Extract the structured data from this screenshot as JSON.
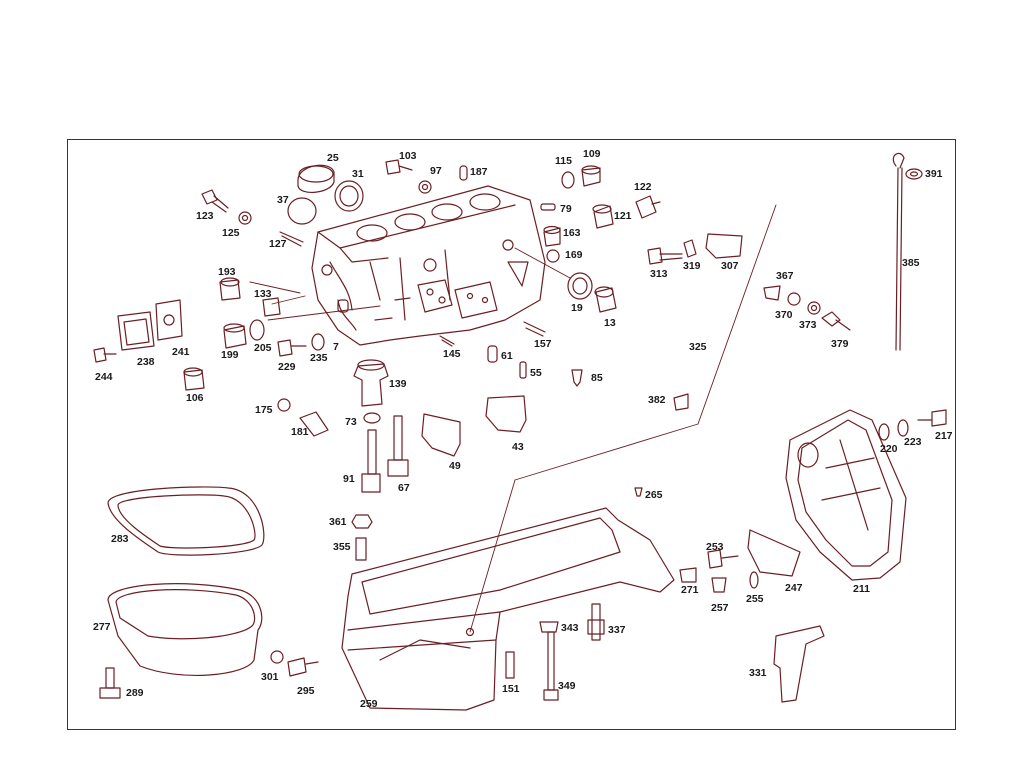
{
  "diagram": {
    "line_color": "#6b1f24",
    "parts": [
      {
        "id": "p25",
        "number": "25"
      },
      {
        "id": "p31",
        "number": "31"
      },
      {
        "id": "p37",
        "number": "37"
      },
      {
        "id": "p103",
        "number": "103"
      },
      {
        "id": "p97",
        "number": "97"
      },
      {
        "id": "p187",
        "number": "187"
      },
      {
        "id": "p115",
        "number": "115"
      },
      {
        "id": "p109",
        "number": "109"
      },
      {
        "id": "p122",
        "number": "122"
      },
      {
        "id": "p391",
        "number": "391"
      },
      {
        "id": "p123",
        "number": "123"
      },
      {
        "id": "p125",
        "number": "125"
      },
      {
        "id": "p127",
        "number": "127"
      },
      {
        "id": "p79",
        "number": "79"
      },
      {
        "id": "p121",
        "number": "121"
      },
      {
        "id": "p163",
        "number": "163"
      },
      {
        "id": "p169",
        "number": "169"
      },
      {
        "id": "p313",
        "number": "313"
      },
      {
        "id": "p319",
        "number": "319"
      },
      {
        "id": "p307",
        "number": "307"
      },
      {
        "id": "p385",
        "number": "385"
      },
      {
        "id": "p193",
        "number": "193"
      },
      {
        "id": "p133",
        "number": "133"
      },
      {
        "id": "p19",
        "number": "19"
      },
      {
        "id": "p13",
        "number": "13"
      },
      {
        "id": "p367",
        "number": "367"
      },
      {
        "id": "p370",
        "number": "370"
      },
      {
        "id": "p373",
        "number": "373"
      },
      {
        "id": "p379",
        "number": "379"
      },
      {
        "id": "p238",
        "number": "238"
      },
      {
        "id": "p241",
        "number": "241"
      },
      {
        "id": "p244",
        "number": "244"
      },
      {
        "id": "p199",
        "number": "199"
      },
      {
        "id": "p205",
        "number": "205"
      },
      {
        "id": "p229",
        "number": "229"
      },
      {
        "id": "p235",
        "number": "235"
      },
      {
        "id": "p7",
        "number": "7"
      },
      {
        "id": "p145",
        "number": "145"
      },
      {
        "id": "p157",
        "number": "157"
      },
      {
        "id": "p61",
        "number": "61"
      },
      {
        "id": "p55",
        "number": "55"
      },
      {
        "id": "p85",
        "number": "85"
      },
      {
        "id": "p325",
        "number": "325"
      },
      {
        "id": "p106",
        "number": "106"
      },
      {
        "id": "p139",
        "number": "139"
      },
      {
        "id": "p175",
        "number": "175"
      },
      {
        "id": "p382",
        "number": "382"
      },
      {
        "id": "p73",
        "number": "73"
      },
      {
        "id": "p181",
        "number": "181"
      },
      {
        "id": "p217",
        "number": "217"
      },
      {
        "id": "p43",
        "number": "43"
      },
      {
        "id": "p223",
        "number": "223"
      },
      {
        "id": "p220",
        "number": "220"
      },
      {
        "id": "p49",
        "number": "49"
      },
      {
        "id": "p91",
        "number": "91"
      },
      {
        "id": "p67",
        "number": "67"
      },
      {
        "id": "p265",
        "number": "265"
      },
      {
        "id": "p283",
        "number": "283"
      },
      {
        "id": "p361",
        "number": "361"
      },
      {
        "id": "p355",
        "number": "355"
      },
      {
        "id": "p253",
        "number": "253"
      },
      {
        "id": "p271",
        "number": "271"
      },
      {
        "id": "p247",
        "number": "247"
      },
      {
        "id": "p211",
        "number": "211"
      },
      {
        "id": "p257",
        "number": "257"
      },
      {
        "id": "p255",
        "number": "255"
      },
      {
        "id": "p277",
        "number": "277"
      },
      {
        "id": "p343",
        "number": "343"
      },
      {
        "id": "p337",
        "number": "337"
      },
      {
        "id": "p331",
        "number": "331"
      },
      {
        "id": "p301",
        "number": "301"
      },
      {
        "id": "p295",
        "number": "295"
      },
      {
        "id": "p151",
        "number": "151"
      },
      {
        "id": "p349",
        "number": "349"
      },
      {
        "id": "p289",
        "number": "289"
      },
      {
        "id": "p259",
        "number": "259"
      }
    ]
  }
}
